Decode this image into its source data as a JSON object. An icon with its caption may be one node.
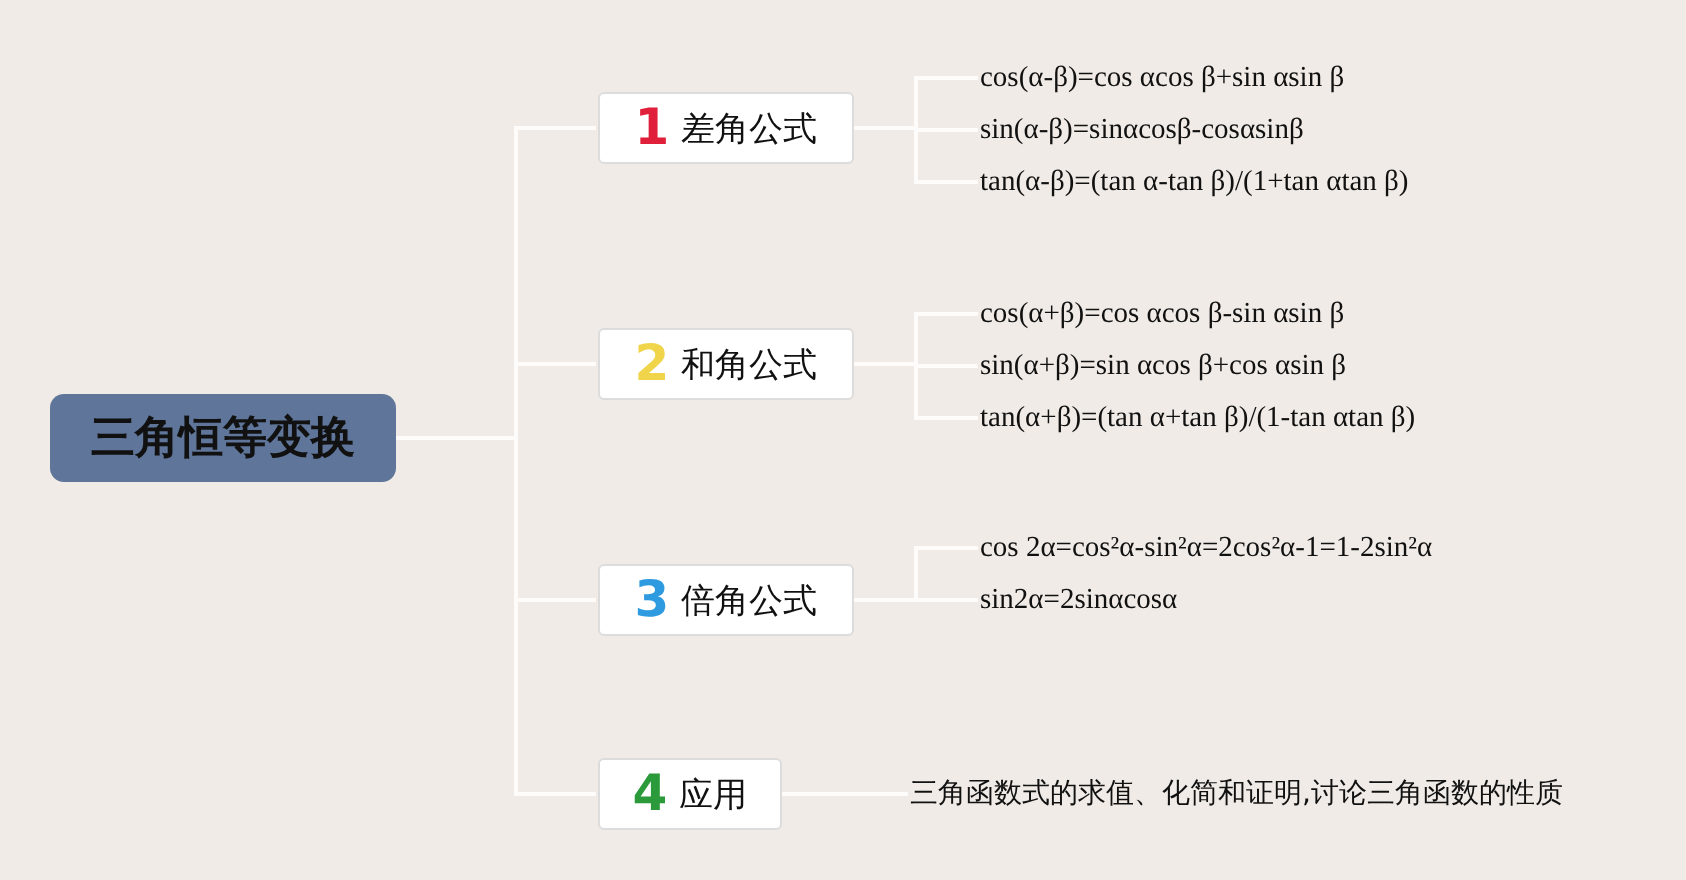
{
  "diagram": {
    "nodes": [
      {
        "text": [
          "三角恒等变换"
        ]
      },
      {
        "text": [
          "1",
          "差角公式"
        ]
      },
      {
        "text": [
          "cos(α-β)=cos αcos β+sin αsin β"
        ]
      },
      {
        "text": [
          "sin(α-β)=sinαcosβ-cosαsinβ"
        ]
      },
      {
        "text": [
          "tan(α-β)=(tan α-tan β)/(1+tan αtan β)"
        ]
      },
      {
        "text": [
          "2",
          "和角公式"
        ]
      },
      {
        "text": [
          "cos(α+β)=cos αcos β-sin αsin β"
        ]
      },
      {
        "text": [
          "sin(α+β)=sin αcos β+cos αsin β"
        ]
      },
      {
        "text": [
          "tan(α+β)=(tan α+tan β)/(1-tan αtan β)"
        ]
      },
      {
        "text": [
          "3",
          "倍角公式"
        ]
      },
      {
        "text": [
          "cos 2α=cos²α-sin²α=2cos²α-1=1-2sin²α"
        ]
      },
      {
        "text": [
          "sin2α=2sinαcosα"
        ]
      },
      {
        "text": [
          "4",
          "应用"
        ]
      },
      {
        "text": [
          "三角函数式的求值、化简和证明,讨论三角函数的性质"
        ]
      }
    ],
    "edges": [
      {
        "from": 0,
        "to": 1,
        "arrow": "none"
      },
      {
        "from": 0,
        "to": 5,
        "arrow": "none"
      },
      {
        "from": 0,
        "to": 9,
        "arrow": "none"
      },
      {
        "from": 0,
        "to": 12,
        "arrow": "none"
      },
      {
        "from": 1,
        "to": 2,
        "arrow": "none"
      },
      {
        "from": 1,
        "to": 3,
        "arrow": "none"
      },
      {
        "from": 1,
        "to": 4,
        "arrow": "none"
      },
      {
        "from": 5,
        "to": 6,
        "arrow": "none"
      },
      {
        "from": 5,
        "to": 7,
        "arrow": "none"
      },
      {
        "from": 5,
        "to": 8,
        "arrow": "none"
      },
      {
        "from": 9,
        "to": 10,
        "arrow": "none"
      },
      {
        "from": 9,
        "to": 11,
        "arrow": "none"
      },
      {
        "from": 12,
        "to": 13,
        "arrow": "none"
      }
    ]
  }
}
